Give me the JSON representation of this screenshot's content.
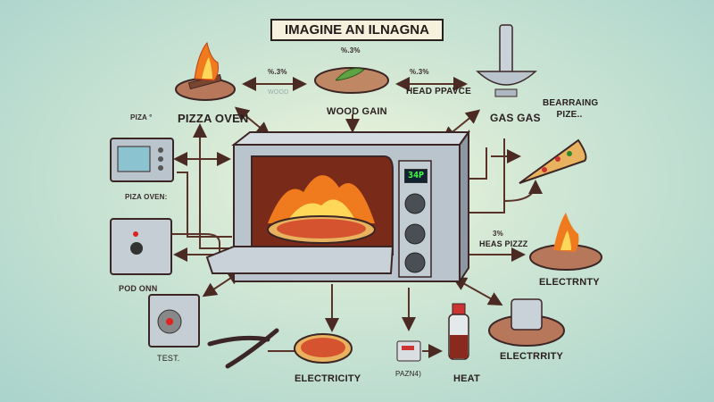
{
  "title": "IMAGINE AN ILNAGNA",
  "oven_display": "34P",
  "labels": {
    "pct_top_left": "%.3%",
    "pct_top_center": "%.3%",
    "pct_top_right": "%.3%",
    "wood_faint": "WOOD",
    "head_pravce": "HEAD PPAVCE",
    "pizza_oven": "PIZZA OVEN",
    "piza_small": "PIZA °",
    "wood_gain": "WOOD GAIN",
    "gas_gas": "GAS GAS",
    "bearraing": "BEARRAING PIZE..",
    "piza_oven_colon": "PIZA OVEN:",
    "pod_onn": "POD ONN",
    "test": "TEST.",
    "pct_heas": "3%",
    "heas_pizzz": "HEAS PIZZZ",
    "electrnty": "ELECTRNTY",
    "electrrity": "ELECTRRITY",
    "electricity": "ELECTRICITY",
    "pazn": "PAZN4)",
    "heat": "HEAT"
  },
  "colors": {
    "flame": "#f07a1e",
    "wood": "#b7775a",
    "steel": "#b9c4cc",
    "outline": "#3b2525",
    "pizza": "#e8b25e"
  }
}
